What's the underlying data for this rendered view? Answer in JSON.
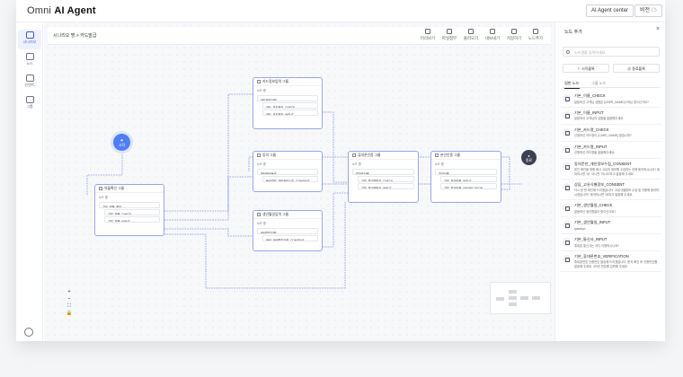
{
  "app": {
    "brand_light": "Omni ",
    "brand_bold": "AI Agent",
    "center_btn": "AI Agent center",
    "user_btn": "비전"
  },
  "leftnav": [
    {
      "label": "시나리오",
      "icon": "scenario-icon",
      "active": true
    },
    {
      "label": "노드",
      "icon": "node-icon",
      "active": false
    },
    {
      "label": "인텐트",
      "icon": "intent-icon",
      "active": false
    },
    {
      "label": "그룹",
      "icon": "group-icon",
      "active": false
    }
  ],
  "toolbar": {
    "breadcrumb": "시나리오 명 > 카드발급",
    "tools": [
      "미리보기",
      "파일첨부",
      "불러오기",
      "내보내기",
      "저장하기",
      "노드추가"
    ]
  },
  "nodes": {
    "start": "시작",
    "end": "종료",
    "auth": {
      "title": "약물확인 그룹",
      "sub": "노드 명",
      "rows": [
        "기본_약물_확인",
        "기본_약물_CHECK",
        "기본_약물_INPUT"
      ]
    },
    "card": {
      "title": "카드정보입력 그룹",
      "sub": "노드 명",
      "rows": [
        "카드번호입력",
        "카드_카드번호_CHECK",
        "카드_카드번호_INPUT"
      ]
    },
    "agree": {
      "title": "동의 그룹",
      "sub": "노드 명",
      "rows": [
        "정보제공동의",
        "동의여부_개인정보수집_CONSENT"
      ]
    },
    "phone": {
      "title": "휴대폰인증 그룹",
      "sub": "노드 명",
      "rows": [
        "휴대폰인증",
        "기본_휴대폰번호_CHECK",
        "기본_휴대폰번호_INPUT"
      ]
    },
    "auth2": {
      "title": "본인인증 그룹",
      "sub": "노드 명",
      "rows": [
        "본인인증",
        "기본_본인인증_INPUT",
        "기본_본인인증_VERIFICATION"
      ]
    },
    "misc": {
      "title": "생년월일입력 그룹",
      "sub": "노드 명",
      "rows": [
        "생년월일입력",
        "생년_생년월일입력_CONSENT"
      ]
    }
  },
  "zoom": [
    "+",
    "−",
    "⛶",
    "🔒"
  ],
  "panel": {
    "title": "노드 추가",
    "search_placeholder": "노드명을 입력하세요.",
    "btn_scenario": "시작블록",
    "btn_end": "종료블록",
    "tabs": [
      "일반 노드",
      "그룹 노드"
    ],
    "items": [
      {
        "name": "기본_이름_CHECK",
        "desc": "말씀하신 고객님 성함은 {USER_NAME}고객님 맞으신가요?"
      },
      {
        "name": "기본_이름_INPUT",
        "desc": "말씀하신 고객님의 성함을 말씀해주세요."
      },
      {
        "name": "기본_카드명_CHECK",
        "desc": "신청하신 카드명이 {CARD_NAME} 맞습니까?"
      },
      {
        "name": "기본_카드명_INPUT",
        "desc": "신청하신 카드명을 말씀해주세요."
      },
      {
        "name": "동의문안_개인정보수집_CONSENT",
        "desc": "본인 확인을 위해 회사 고유의 정보를 수집하는 것에 동의하시나요? 동의하시면 '네', 아니면 '아니오'라고 말씀해 주세요."
      },
      {
        "name": "상담_고유식별정보_CONSENT",
        "desc": "다시 한 번 확인해 드리겠습니다. 고유식별정보 수집 및 이용에 동의하시겠습니까? 동의하시면 '네'라고 말씀해 주세요."
      },
      {
        "name": "기본_생년월일_CHECK",
        "desc": "말씀하신 생년월일이 맞으신가요?"
      },
      {
        "name": "기본_생년월일_INPUT",
        "desc": "question"
      },
      {
        "name": "기본_통신사_INPUT",
        "desc": "휴대폰 통신사는 어디 이용하시나요?"
      },
      {
        "name": "기본_휴대폰번호_VERIFICATION",
        "desc": "휴대폰번호 인증번호 발송해 드리겠습니다. 문자 확인 후 인증번호를 말씀해 주세요. 4자리 번호를 입력해 주세요."
      }
    ]
  },
  "colors": {
    "accent": "#4f7df3",
    "node_border": "#9aa6e8",
    "end": "#3b4150"
  }
}
